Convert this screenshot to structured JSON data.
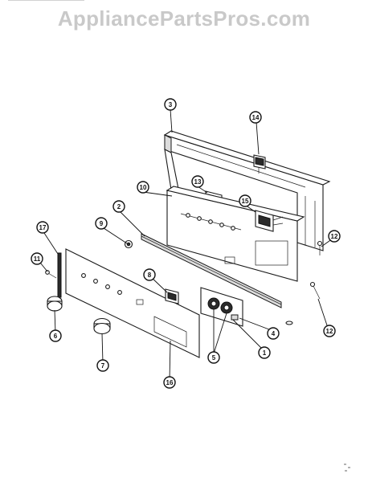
{
  "watermark": {
    "text": "AppliancePartsPros.com"
  },
  "callouts": [
    "3",
    "14",
    "13",
    "10",
    "15",
    "2",
    "9",
    "12",
    "17",
    "11",
    "8",
    "4",
    "5",
    "1",
    "6",
    "7",
    "16"
  ]
}
